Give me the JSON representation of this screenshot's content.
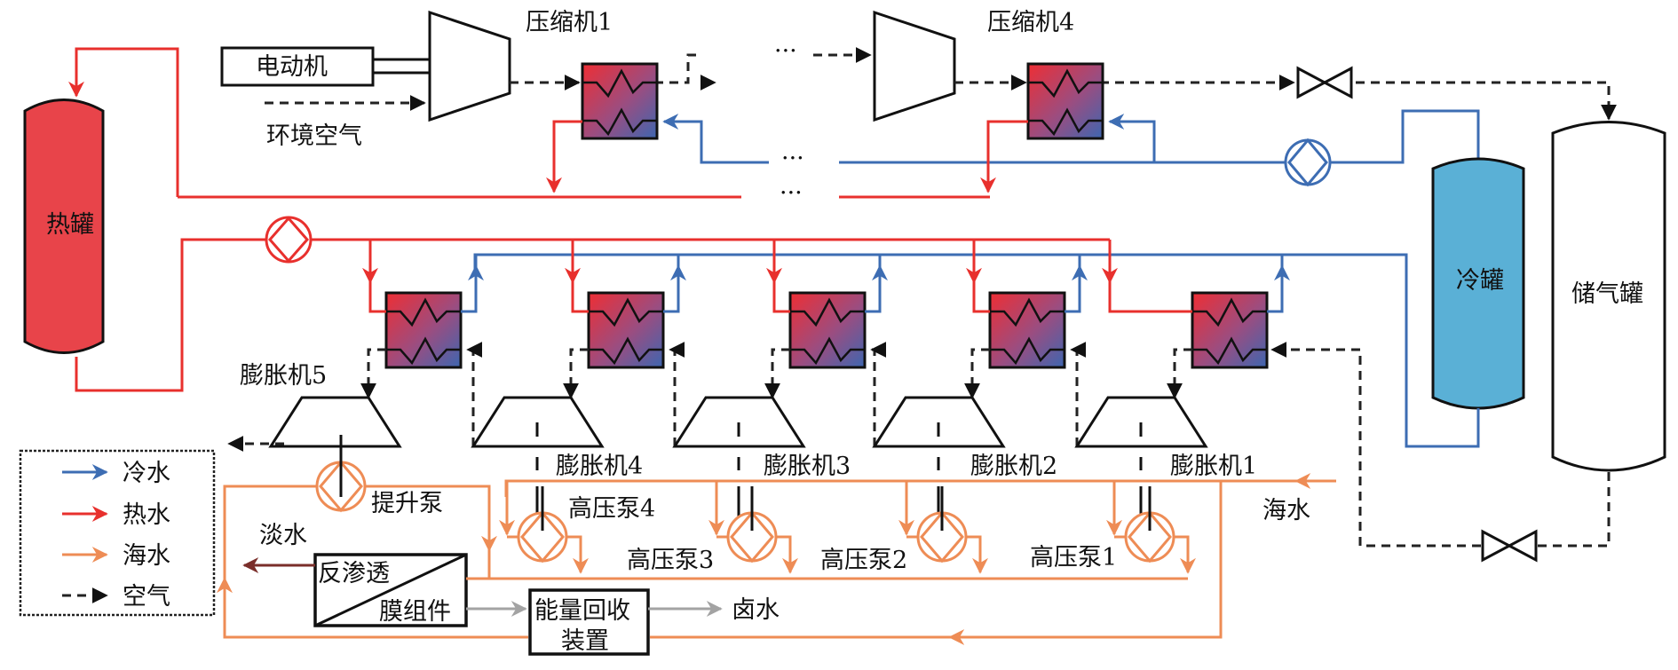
{
  "colors": {
    "hot_water": "#e8302d",
    "cold_water": "#3d6db3",
    "seawater": "#ee8c55",
    "air": "#222222",
    "hot_tank_fill": "#e8444a",
    "cold_tank_fill": "#5ab0d6",
    "fresh_water": "#7a2e2a",
    "brine": "#a3a3a3"
  },
  "components": {
    "motor": "电动机",
    "ambient_air": "环境空气",
    "compressor_1": "压缩机1",
    "compressor_4": "压缩机4",
    "ellipsis": "···",
    "hot_tank": "热罐",
    "cold_tank": "冷罐",
    "air_storage_tank": "储气罐",
    "expander_5": "膨胀机5",
    "expander_4": "膨胀机4",
    "expander_3": "膨胀机3",
    "expander_2": "膨胀机2",
    "expander_1": "膨胀机1",
    "lift_pump": "提升泵",
    "hp_pump_4": "高压泵4",
    "hp_pump_3": "高压泵3",
    "hp_pump_2": "高压泵2",
    "hp_pump_1": "高压泵1",
    "seawater_inlet": "海水",
    "fresh_water": "淡水",
    "ro_line1": "反渗透",
    "ro_line2": "膜组件",
    "erd_line1": "能量回收",
    "erd_line2": "装置",
    "brine": "卤水"
  },
  "legend": {
    "items": [
      {
        "label": "冷水",
        "type": "cold-water"
      },
      {
        "label": "热水",
        "type": "hot-water"
      },
      {
        "label": "海水",
        "type": "seawater"
      },
      {
        "label": "空气",
        "type": "air"
      }
    ]
  }
}
